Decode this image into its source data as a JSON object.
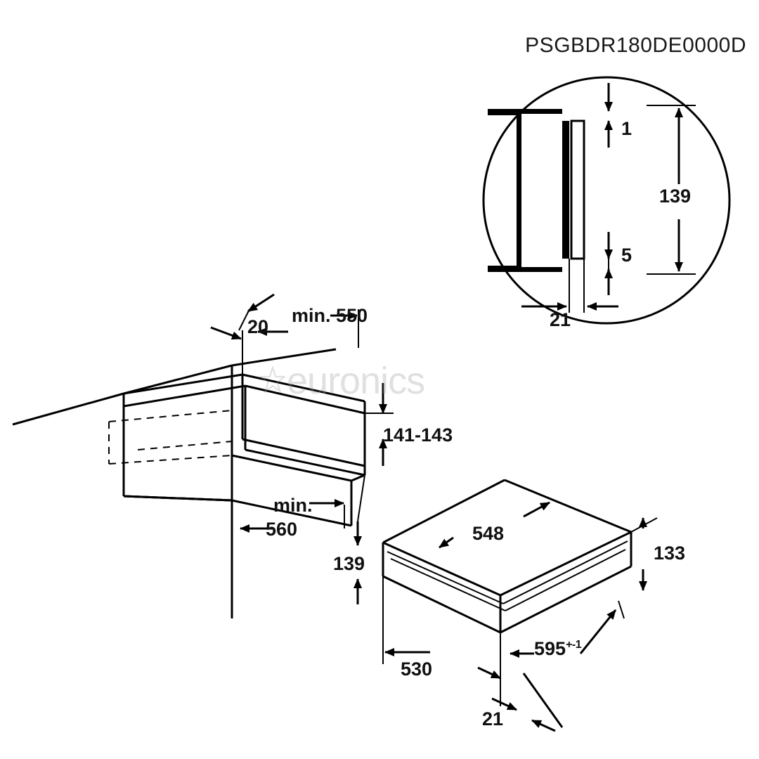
{
  "header": {
    "model_code": "PSGBDR180DE0000D"
  },
  "watermark": {
    "text": "euronics",
    "star_icon": "star-icon"
  },
  "diagram": {
    "title": "Built-in warming drawer installation dimensions",
    "units": "mm",
    "detail_circle": {
      "name": "front-panel-detail",
      "labels": [
        {
          "id": "detail-1",
          "text": "1"
        },
        {
          "id": "detail-5",
          "text": "5"
        },
        {
          "id": "detail-139",
          "text": "139"
        },
        {
          "id": "detail-21",
          "text": "21"
        }
      ]
    },
    "cabinet_cutout": {
      "name": "cabinet-niche-view",
      "labels": [
        {
          "id": "niche-20",
          "text": "20"
        },
        {
          "id": "niche-min-550",
          "text": "min. 550"
        },
        {
          "id": "niche-141-143",
          "text": "141-143"
        },
        {
          "id": "niche-min",
          "text": "min."
        },
        {
          "id": "niche-560",
          "text": "560"
        }
      ]
    },
    "appliance": {
      "name": "appliance-view",
      "labels": [
        {
          "id": "app-548",
          "text": "548"
        },
        {
          "id": "app-133",
          "text": "133"
        },
        {
          "id": "app-139",
          "text": "139"
        },
        {
          "id": "app-595",
          "text": "595",
          "superscript": "+-1"
        },
        {
          "id": "app-530",
          "text": "530"
        },
        {
          "id": "app-21",
          "text": "21"
        }
      ]
    }
  }
}
